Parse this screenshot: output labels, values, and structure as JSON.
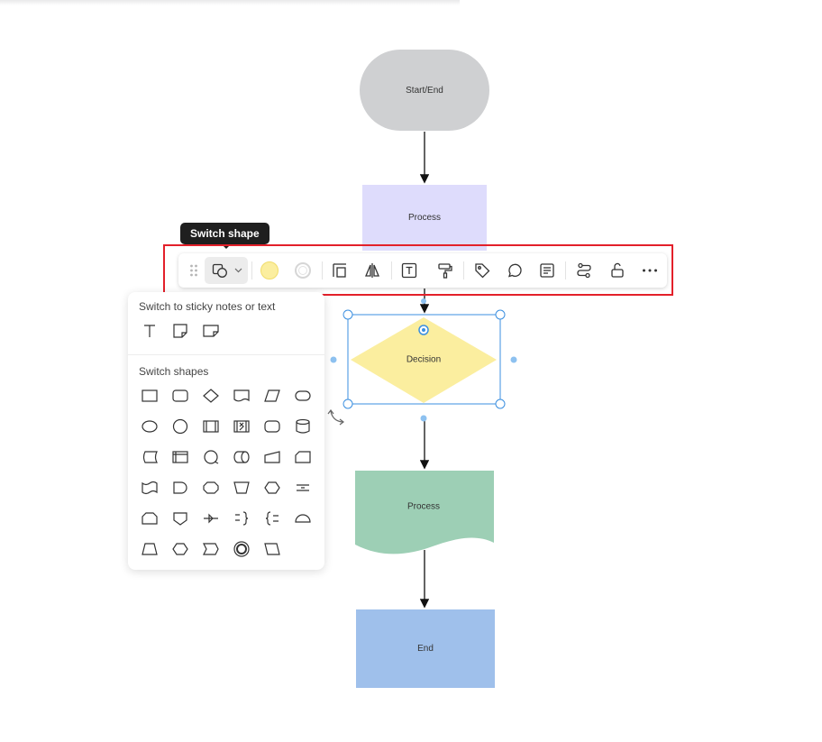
{
  "canvas": {
    "start_label": "Start/End",
    "process1_label": "Process",
    "decision_label": "Decision",
    "process2_label": "Process",
    "end_label": "End",
    "colors": {
      "start_fill": "#cfd0d2",
      "process1_fill": "#dedcfc",
      "decision_fill": "#fbee9f",
      "process2_fill": "#9dcfb5",
      "end_fill": "#9fc0eb",
      "selection": "#3b8fe0"
    }
  },
  "tooltip": {
    "text": "Switch shape"
  },
  "toolbar": {
    "fill_color": "#fbee9f",
    "buttons": [
      {
        "name": "drag-handle-icon"
      },
      {
        "name": "switch-shape-icon"
      },
      {
        "name": "chevron-down-icon"
      },
      {
        "name": "fill-color-swatch"
      },
      {
        "name": "border-color-swatch"
      },
      {
        "name": "align-icon"
      },
      {
        "name": "flip-icon"
      },
      {
        "name": "text-icon"
      },
      {
        "name": "format-painter-icon"
      },
      {
        "name": "tag-icon"
      },
      {
        "name": "comment-icon"
      },
      {
        "name": "note-icon"
      },
      {
        "name": "connector-style-icon"
      },
      {
        "name": "unlock-icon"
      },
      {
        "name": "more-icon"
      }
    ]
  },
  "panel": {
    "sticky_title": "Switch to sticky notes or text",
    "shapes_title": "Switch shapes",
    "sticky_items": [
      "text-icon",
      "sticky-note-icon",
      "sticky-note-wide-icon"
    ],
    "shape_items": [
      "rectangle-icon",
      "rounded-rectangle-icon",
      "diamond-icon",
      "document-icon",
      "parallelogram-icon",
      "terminator-icon",
      "ellipse-icon",
      "circle-icon",
      "predefined-process-icon",
      "double-bar-icon",
      "rounded-square-icon",
      "database-icon",
      "stored-data-icon",
      "internal-storage-icon",
      "magnifier-shape-icon",
      "direct-data-icon",
      "manual-input-icon",
      "card-icon",
      "tape-icon",
      "delay-icon",
      "rounded-rect-small-icon",
      "manual-operation-icon",
      "hexagon-icon",
      "parallel-mode-icon",
      "loop-limit-icon",
      "off-page-icon",
      "collate-icon",
      "brace-right-icon",
      "brace-left-icon",
      "half-circle-icon",
      "trapezoid-icon",
      "preparation-icon",
      "chevron-shape-icon",
      "double-circle-icon",
      "slanted-rect-icon"
    ]
  }
}
